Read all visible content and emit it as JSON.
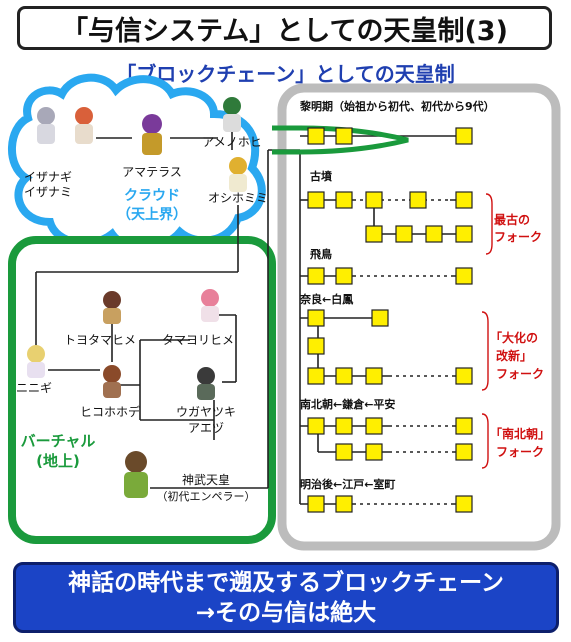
{
  "title": "「与信システム」としての天皇制(3)",
  "subtitle": "「ブロックチェーン」としての天皇制",
  "cloud": {
    "label1": "クラウド",
    "label2": "（天上界）",
    "color": "#2aa8f0"
  },
  "virtual": {
    "label1": "バーチャル",
    "label2": "(地上)",
    "color": "#1a9a3c"
  },
  "characters": {
    "izanagi": "イザナギ",
    "izanami": "イザナミ",
    "amaterasu": "アマテラス",
    "amenohohi": "アメノホヒ",
    "oshihomimi": "オシホミミ",
    "ninigi": "ニニギ",
    "toyotamahime": "トヨタマヒメ",
    "hikohohode": "ヒコホホデ",
    "tamayorihime": "タマヨリヒメ",
    "ugayafukiaezu_1": "ウガヤツキ",
    "ugayafukiaezu_2": "アエヅ",
    "jimmu_1": "神武天皇",
    "jimmu_2": "（初代エンペラー）"
  },
  "chain": {
    "era_dawn": "黎明期（始祖から初代、初代から9代）",
    "era_kofun": "古墳",
    "era_asuka": "飛鳥",
    "era_nara": "奈良←白鳳",
    "era_nanboku": "南北朝←鎌倉←平安",
    "era_meiji": "明治後←江戸←室町",
    "fork1_1": "最古の",
    "fork1_2": "フォーク",
    "fork2_1": "「大化の",
    "fork2_2": "改新」",
    "fork2_3": "フォーク",
    "fork3_1": "「南北朝」",
    "fork3_2": "フォーク",
    "block_color": "#ffef00",
    "fork_color": "#d01010"
  },
  "footer": {
    "line1": "神話の時代まで遡及するブロックチェーン",
    "line2": "→その与信は絶大"
  }
}
